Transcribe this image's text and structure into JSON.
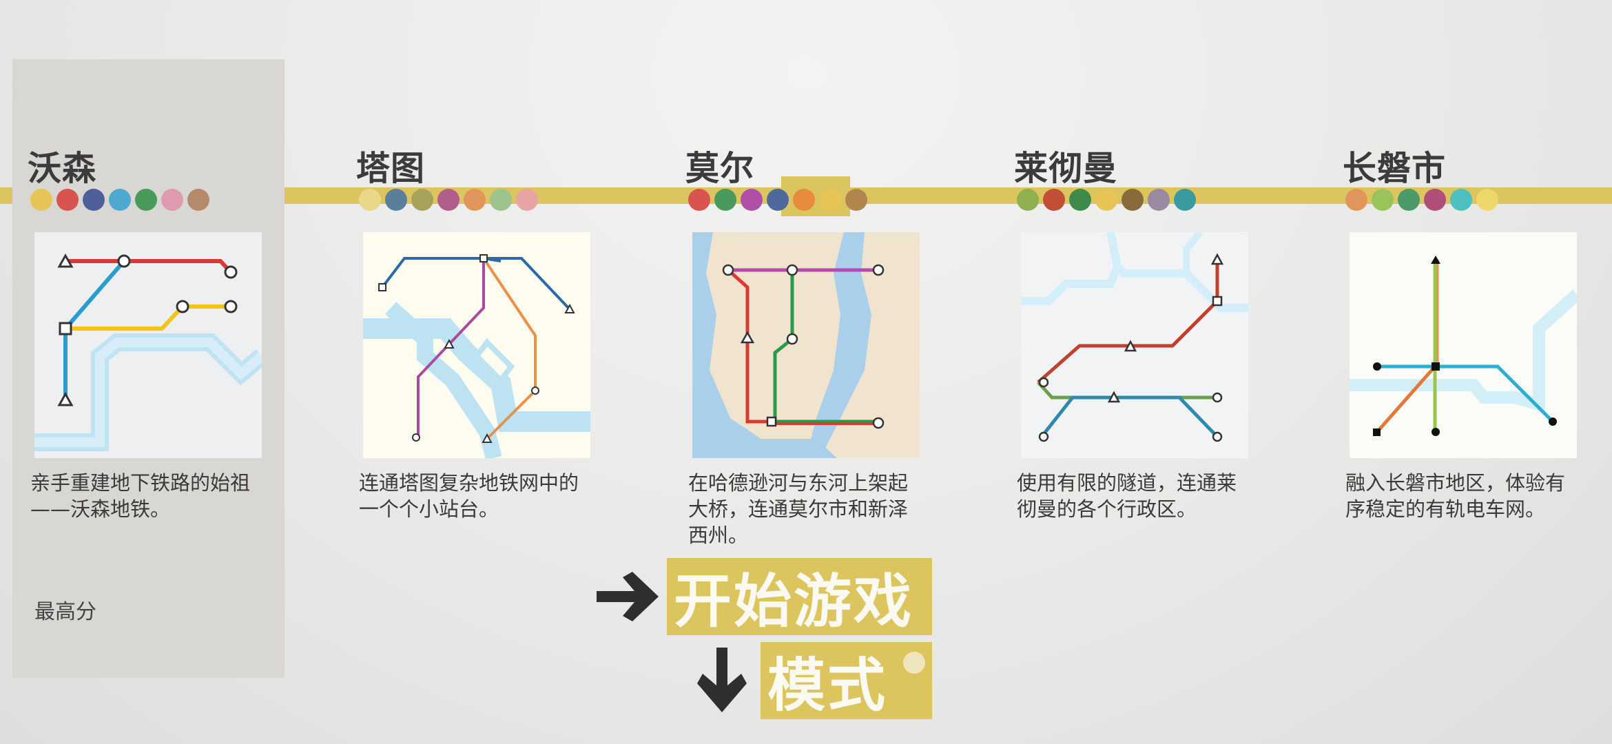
{
  "cities": [
    {
      "id": "wosen",
      "name": "沃森",
      "colors": [
        "#e6c455",
        "#d9534f",
        "#4f5f9a",
        "#4fa8cf",
        "#4a9a5c",
        "#e09ab0",
        "#b58a6a"
      ],
      "desc_line1": "亲手重建地下铁路的始祖",
      "desc_line2": "——沃森地铁。"
    },
    {
      "id": "tatu",
      "name": "塔图",
      "colors": [
        "#e8d888",
        "#5b7e9a",
        "#a7a25a",
        "#b35e8a",
        "#e0955a",
        "#9cc48c",
        "#e8a3a3"
      ],
      "desc_line1": "连通塔图复杂地铁网中的",
      "desc_line2": "一个个小站台。"
    },
    {
      "id": "moer",
      "name": "莫尔",
      "colors": [
        "#d9534f",
        "#4a9a5c",
        "#b04fa8",
        "#4f6a9a",
        "#e78c3a",
        "#e6c455",
        "#b0864e"
      ],
      "desc_line1": "在哈德逊河与东河上架起",
      "desc_line2": "大桥，连通莫尔市和新泽",
      "desc_line3": "西州。"
    },
    {
      "id": "laichiman",
      "name": "莱彻曼",
      "colors": [
        "#8fb04f",
        "#c04f35",
        "#3f8a4a",
        "#e6c455",
        "#8a6a3a",
        "#9a8aa0",
        "#3a9aa0"
      ],
      "desc_line1": "使用有限的隧道，连通莱",
      "desc_line2": "彻曼的各个行政区。"
    },
    {
      "id": "changpanshi",
      "name": "长磐市",
      "colors": [
        "#e0955a",
        "#9ac45a",
        "#4a9a6a",
        "#b04f7a",
        "#4fc0c0",
        "#eed86a"
      ],
      "desc_line1": "融入长磐市地区，体验有",
      "desc_line2": "序稳定的有轨电车网。"
    }
  ],
  "best_score_label": "最高分",
  "start_label": "开始游戏",
  "mode_label": "模式",
  "accent_color": "#dcc45f"
}
